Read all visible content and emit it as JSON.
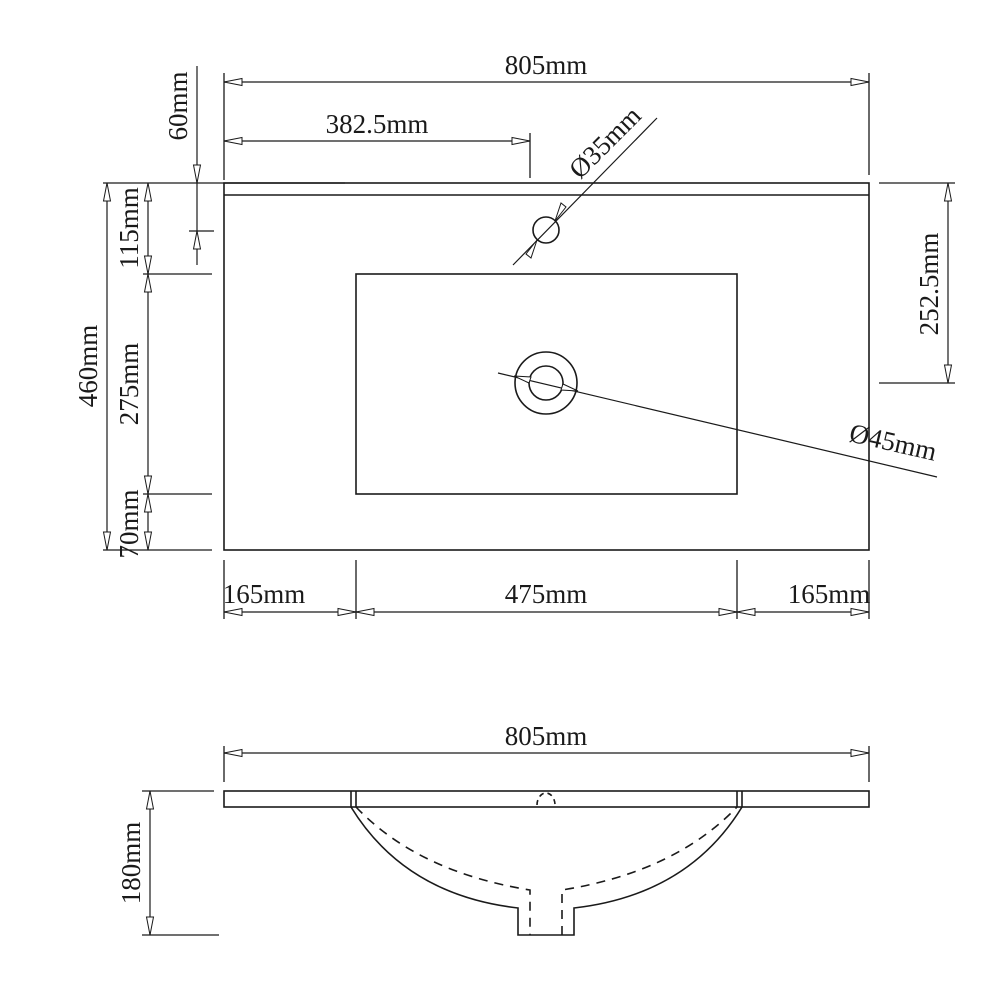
{
  "top_view": {
    "overall_width": "805mm",
    "faucet_offset": "382.5mm",
    "faucet_hole_diameter": "Ø35mm",
    "back_edge": "60mm",
    "back_to_basin": "115mm",
    "basin_depth": "275mm",
    "front_to_basin": "70mm",
    "overall_depth": "460mm",
    "back_to_drain": "252.5mm",
    "drain_diameter": "Ø45mm",
    "left_margin": "165mm",
    "basin_width": "475mm",
    "right_margin": "165mm"
  },
  "side_view": {
    "overall_width": "805mm",
    "height": "180mm"
  }
}
